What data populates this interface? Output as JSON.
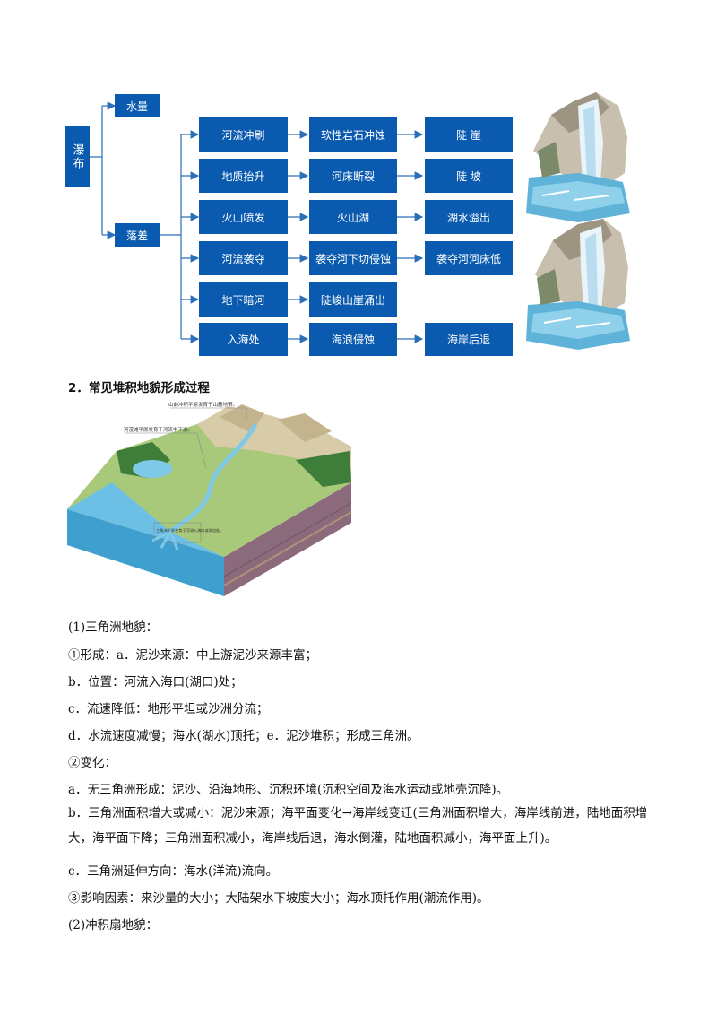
{
  "flowchart": {
    "root": "瀑布",
    "branch_water": "水量",
    "branch_drop": "落差",
    "rows": [
      {
        "cause": "河流冲刷",
        "process": "软性岩石冲蚀",
        "result": "陡 崖"
      },
      {
        "cause": "地质抬升",
        "process": "河床断裂",
        "result": "陡 坡"
      },
      {
        "cause": "火山喷发",
        "process": "火山湖",
        "result": "湖水溢出"
      },
      {
        "cause": "河流袭夺",
        "process": "袭夺河下切侵蚀",
        "result": "袭夺河河床低"
      },
      {
        "cause": "地下暗河",
        "process": "陡峻山崖涌出",
        "result": ""
      },
      {
        "cause": "入海处",
        "process": "海浪侵蚀",
        "result": "海岸后退"
      }
    ],
    "colors": {
      "box": "#0a5bb0",
      "line": "#2a6fb8"
    }
  },
  "section": {
    "heading": "2．常见堆积地貌形成过程"
  },
  "figure_labels": {
    "label_top": "山前冲积平原发育于山麓地带。",
    "label_mid": "河漫滩平原发育于河流中下游。",
    "label_low": "三角洲平原发育于河流入海口或湖泊处。"
  },
  "paragraphs": [
    "(1)三角洲地貌：",
    "①形成：a．泥沙来源：中上游泥沙来源丰富；",
    "b．位置：河流入海口(湖口)处；",
    "c．流速降低：地形平坦或沙洲分流；",
    "d．水流速度减慢；海水(湖水)顶托；e．泥沙堆积；形成三角洲。",
    "②变化：",
    "a．无三角洲形成：泥沙、沿海地形、沉积环境(沉积空间及海水运动或地壳沉降)。",
    "b．三角洲面积增大或减小：泥沙来源；海平面变化→海岸线变迁(三角洲面积增大，海岸线前进，陆地面积增大，海平面下降；三角洲面积减小，海岸线后退，海水倒灌，陆地面积减小，海平面上升)。",
    "c．三角洲延伸方向：海水(洋流)流向。",
    "③影响因素：来沙量的大小；大陆架水下坡度大小；海水顶托作用(潮流作用)。",
    "(2)冲积扇地貌："
  ]
}
